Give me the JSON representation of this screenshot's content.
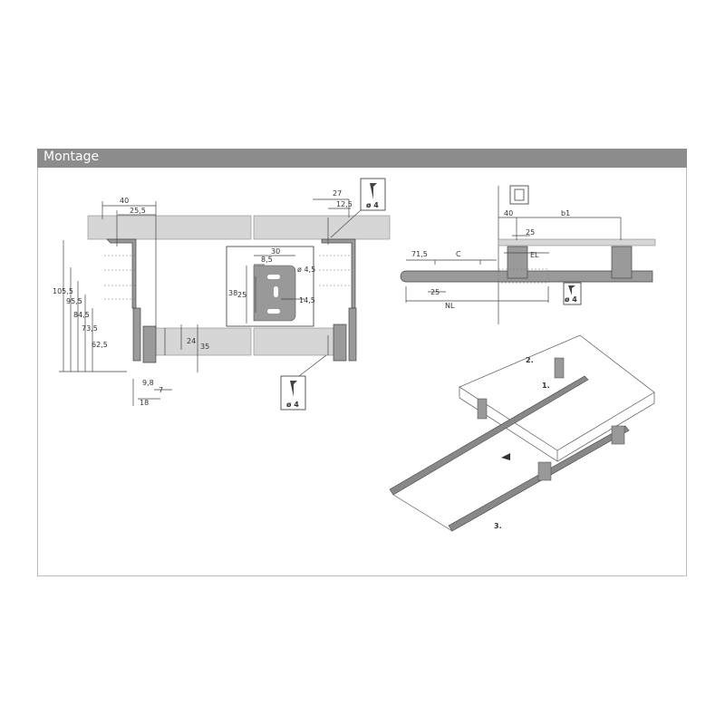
{
  "section": {
    "title": "Montage"
  },
  "front_view": {
    "dims": {
      "width_40": "40",
      "width_25_5": "25,5",
      "h_105_5": "105,5",
      "h_95_5": "95,5",
      "h_84_5": "84,5",
      "h_73_5": "73,5",
      "h_62_5": "62,5",
      "h_24": "24",
      "h_35": "35",
      "w_9_8": "9,8",
      "w_7": "7",
      "w_18": "18",
      "w_27": "27",
      "w_12_5": "12,5"
    },
    "screw_top": "ø 4",
    "screw_bottom": "ø 4"
  },
  "bracket_detail": {
    "w_30": "30",
    "w_8_5": "8,5",
    "hole": "ø 4,5",
    "h_38": "38",
    "h_25": "25",
    "w_14_5": "14,5"
  },
  "side_view": {
    "d_40": "40",
    "b1": "b1",
    "d_25": "25",
    "d_71_5": "71,5",
    "c": "C",
    "el": "EL",
    "d_25b": "25",
    "nl": "NL",
    "screw": "ø 4"
  },
  "steps": {
    "step1": "1.",
    "step2": "2.",
    "step3": "3."
  }
}
